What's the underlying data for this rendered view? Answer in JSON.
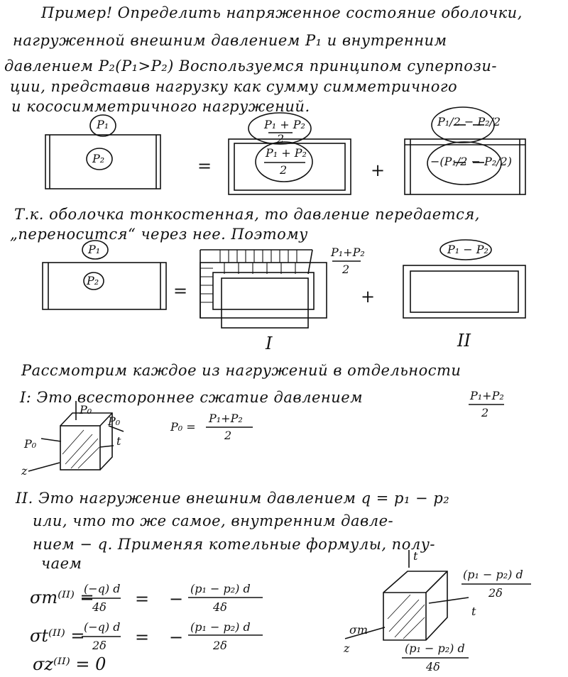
{
  "paragraphs": {
    "intro": [
      "Пример! Определить напряженное состояние оболочки,",
      "нагруженной внешним давлением P₁ и внутренним",
      "давлением P₂(P₁>P₂) Воспользуемся принципом суперпози-",
      "ции, представив нагрузку как сумму симметричного",
      "и кососимметричного нагружений."
    ],
    "thin_wall": [
      "Т.к. оболочка тонкостенная, то давление передается,",
      "„переносится“ через нее. Поэтому"
    ],
    "consider": "Рассмотрим каждое из нагружений в отдельности",
    "case1": "I: Это всестороннее сжатие давлением",
    "case2": [
      "II. Это нагружение внешним давлением q = p₁ − p₂",
      "или, что то же самое, внутренним давле-",
      "нием − q. Применяя котельные формулы, полу-",
      "чаем"
    ]
  },
  "diagram1": {
    "left_outer": "P₁",
    "left_inner": "P₂",
    "equals": "=",
    "mid_outer_num": "P₁ + P₂",
    "mid_outer_den": "2",
    "mid_inner_num": "P₁ + P₂",
    "mid_inner_den": "2",
    "plus": "+",
    "right_outer": "P₁/2 − P₂/2",
    "right_inner": "−(P₁/2 − P₂/2)"
  },
  "diagram2": {
    "left_outer": "P₁",
    "left_inner": "P₂",
    "equals": "=",
    "mid_label_num": "P₁+P₂",
    "mid_label_den": "2",
    "plus": "+",
    "right_label": "P₁ − P₂",
    "roman_1": "I",
    "roman_2": "II"
  },
  "cube1": {
    "p0_top": "P₀",
    "p0_right": "P₀",
    "p0_left": "P₀",
    "t": "t",
    "z": "z",
    "p0_formula_lhs": "P₀ =",
    "p0_formula_num": "P₁+P₂",
    "p0_formula_den": "2",
    "case1_num": "P₁+P₂",
    "case1_den": "2"
  },
  "formulas": {
    "sm_lhs": "σm⁽ᴵᴵ⁾ =",
    "sm_mid_num": "(−q) d",
    "sm_mid_den": "4δ",
    "sm_rhs_num": "(p₁ − p₂) d",
    "sm_rhs_den": "4δ",
    "st_lhs": "σt⁽ᴵᴵ⁾ =",
    "st_mid_num": "(−q) d",
    "st_mid_den": "2δ",
    "st_rhs_num": "(p₁ − p₂) d",
    "st_rhs_den": "2δ",
    "sz": "σz⁽ᴵᴵ⁾ = 0",
    "eq": "=",
    "minus": "−"
  },
  "cube2": {
    "t_top": "t",
    "t_right": "t",
    "z": "z",
    "sm": "σm",
    "right_num": "(p₁ − p₂) d",
    "right_den": "2δ",
    "bottom_num": "(p₁ − p₂) d",
    "bottom_den": "4δ"
  }
}
